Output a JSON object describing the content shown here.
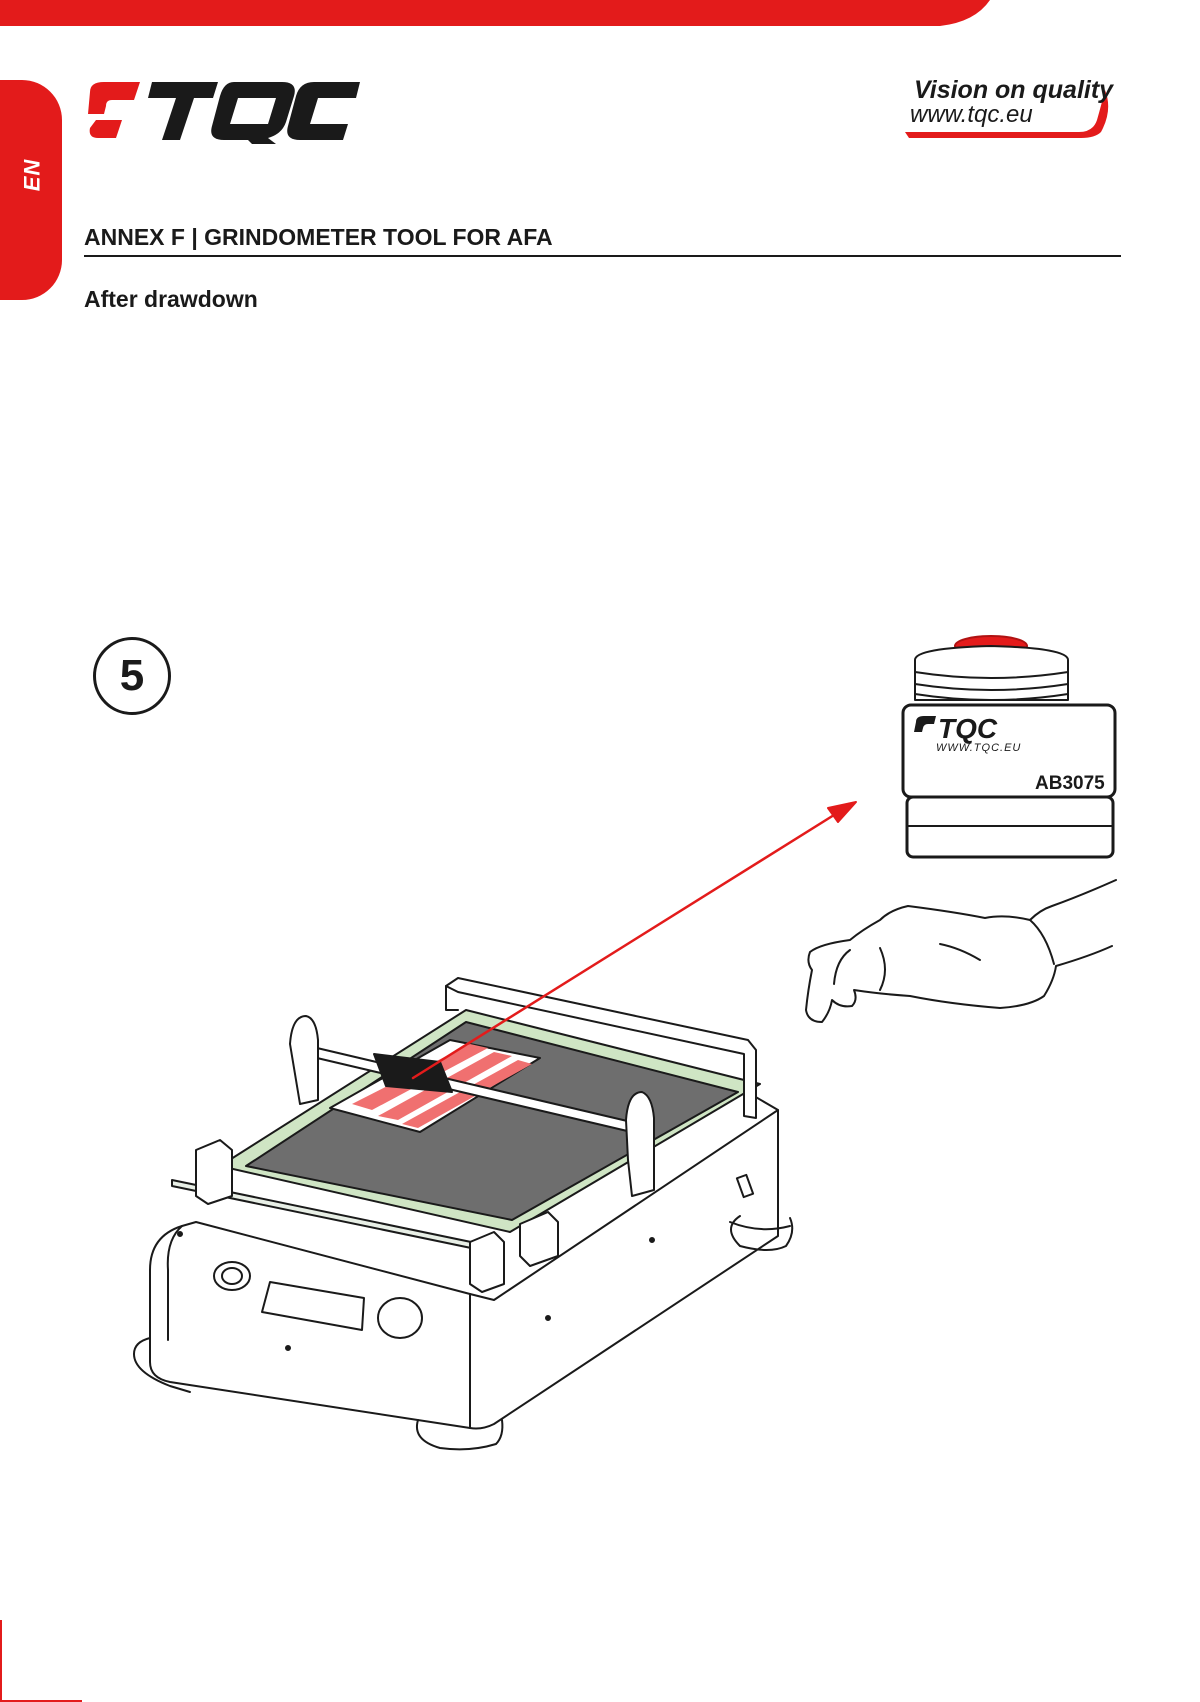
{
  "header": {
    "brand": "TQC",
    "tagline": "Vision on quality",
    "website": "www.tqc.eu"
  },
  "language_tab": "EN",
  "section": {
    "title": "ANNEX F | GRINDOMETER TOOL FOR AFA",
    "subtitle": "After drawdown"
  },
  "step": {
    "number": "5"
  },
  "illustration": {
    "jar": {
      "brand": "TQC",
      "website": "WWW.TQC.EU",
      "product_code": "AB3075"
    }
  },
  "colors": {
    "brand_red": "#e31b1b",
    "plate_grey": "#6e6e6e",
    "glass_green": "#cfe5c4"
  }
}
